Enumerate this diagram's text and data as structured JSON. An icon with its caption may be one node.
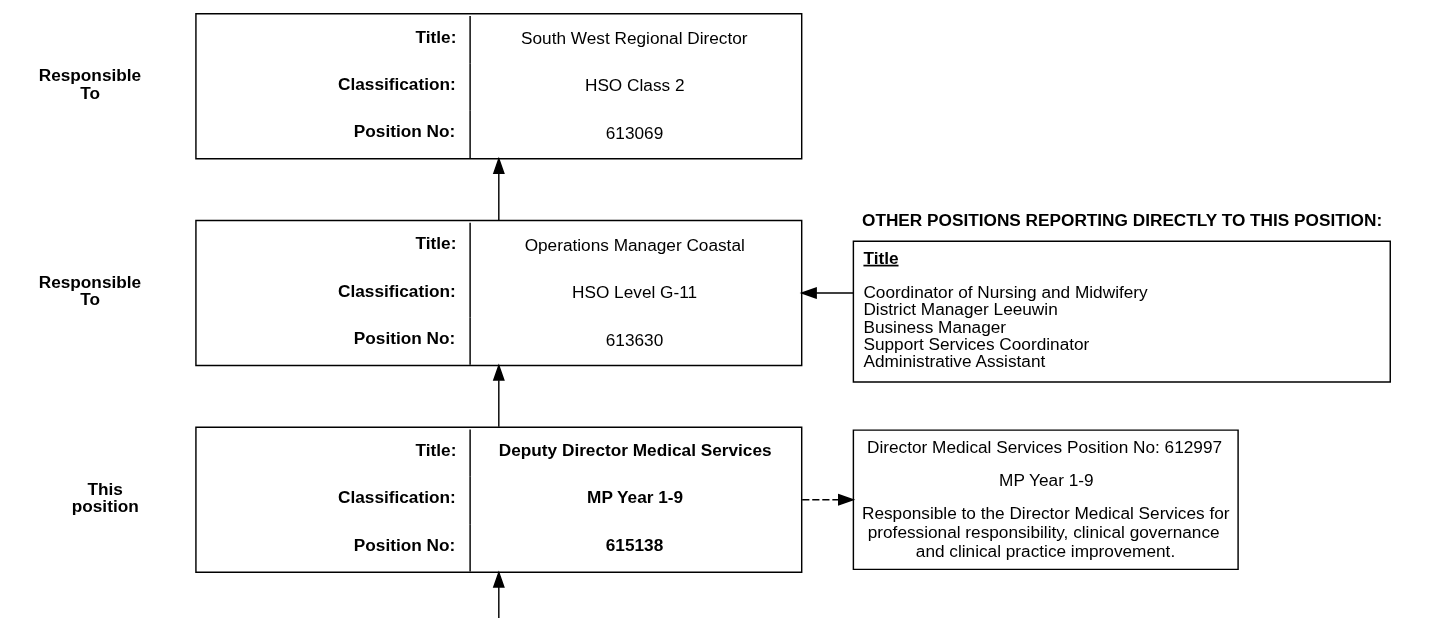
{
  "diagram": {
    "nodes": [
      {
        "text": [
          "Title:",
          "South West Regional Director",
          "Classification:",
          "HSO Class 2",
          "Position No:",
          "613069"
        ],
        "beside": [
          "Responsible To"
        ]
      },
      {
        "text": [
          "Title:",
          "Operations Manager Coastal",
          "Classification:",
          "HSO Level G-11",
          "Position No:",
          "613630"
        ],
        "beside": [
          "Responsible To"
        ]
      },
      {
        "text": [
          "Title:",
          "Deputy Director Medical Services",
          "Classification:",
          "MP Year 1-9",
          "Position No:",
          "615138"
        ],
        "beside": [
          "This position"
        ]
      },
      {
        "text": [
          "OTHER POSITIONS REPORTING DIRECTLY TO THIS POSITION:",
          "Title",
          "Coordinator of Nursing and Midwifery",
          "District Manager Leeuwin",
          "Business Manager",
          "Support Services Coordinator",
          "Administrative Assistant"
        ]
      },
      {
        "text": [
          "Director Medical Services Position No: 612997",
          "MP Year 1-9",
          "Responsible to the Director Medical Services for professional responsibility, clinical governance and clinical practice improvement."
        ]
      }
    ],
    "edges": [
      {
        "from": 1,
        "to": 0,
        "arrow": "to"
      },
      {
        "from": 2,
        "to": 1,
        "arrow": "to"
      },
      {
        "from": null,
        "to": 2,
        "arrow": "to"
      },
      {
        "from": 3,
        "to": 1,
        "arrow": "to"
      },
      {
        "from": 2,
        "to": 4,
        "arrow": "to",
        "style": "dashed"
      }
    ]
  }
}
